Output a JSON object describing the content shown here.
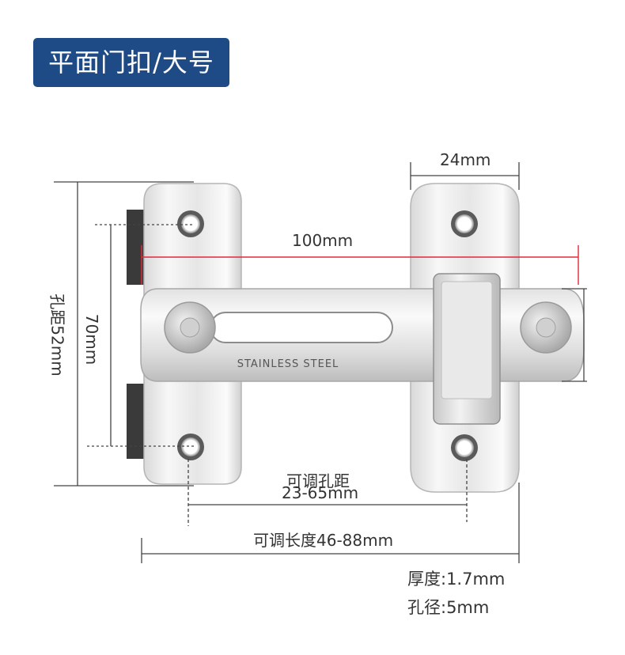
{
  "product": {
    "badge_label": "平面门扣/大号",
    "stamp_text": "STAINLESS STEEL"
  },
  "dimensions": {
    "plate_width": "24mm",
    "total_span": "100mm",
    "hole_distance_left": "孔距52mm",
    "outer_height": "70mm",
    "adjustable_hole_distance_label": "可调孔距",
    "adjustable_hole_distance_value": "23-65mm",
    "adjustable_length": "可调长度46-88mm"
  },
  "specs": {
    "thickness": "厚度:1.7mm",
    "hole_diameter": "孔径:5mm"
  },
  "colors": {
    "badge_background": "#1e4a86",
    "dimension_line_red": "#e0293a",
    "steel_light": "#f4f4f4",
    "steel_dark": "#9a9a9a"
  }
}
